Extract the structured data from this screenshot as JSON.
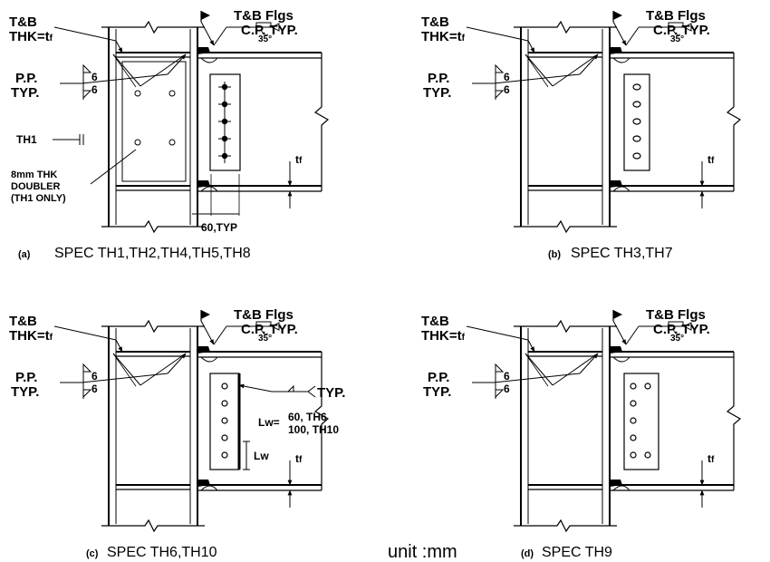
{
  "common": {
    "tb_label": "T&B",
    "thk_label": "THK=t",
    "thk_sub": "f",
    "flgs_label": "T&B Flgs",
    "cp_label": "C.P. TYP.",
    "angle_label": "35°",
    "pp_label": "P.P.",
    "typ_label": "TYP.",
    "weld_size": "6",
    "tf_label": "t",
    "tf_sub": "f"
  },
  "panels": [
    {
      "letter": "(a)",
      "caption": "SPEC TH1,TH2,TH4,TH5,TH8",
      "th1_label": "TH1",
      "doubler_line1": "8mm THK",
      "doubler_line2": "DOUBLER",
      "doubler_line3": "(TH1 ONLY)",
      "spacing_label": "60,TYP"
    },
    {
      "letter": "(b)",
      "caption": "SPEC TH3,TH7"
    },
    {
      "letter": "(c)",
      "caption": "SPEC TH6,TH10",
      "typ_note": "TYP.",
      "lw_eq": "Lw=",
      "lw_val1": "60, TH6",
      "lw_val2": "100, TH10",
      "lw_dim": "Lw"
    },
    {
      "letter": "(d)",
      "caption": "SPEC TH9"
    }
  ],
  "unit_label": "unit :mm"
}
